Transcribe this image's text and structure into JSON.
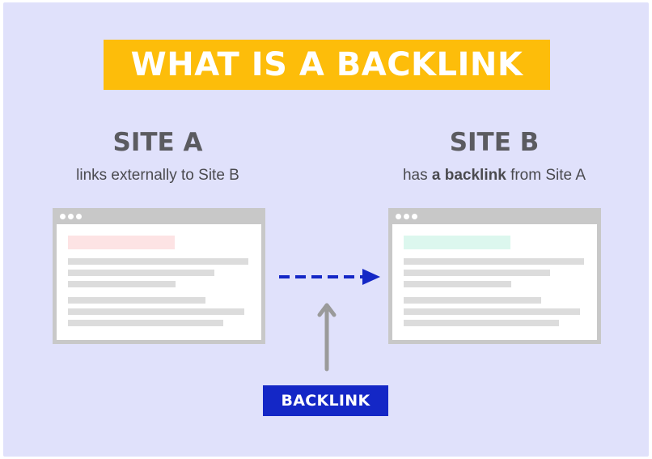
{
  "title": "WHAT IS A BACKLINK",
  "colors": {
    "background": "#e0e1fb",
    "title_banner": "#fdbd0a",
    "badge": "#1427c6",
    "dashed_arrow": "#1427c6",
    "up_arrow": "#9a9a9a",
    "site_a_highlight": "#fde3e4",
    "site_b_highlight": "#dcf7ee"
  },
  "site_a": {
    "heading": "SITE A",
    "subtitle": "links externally to Site B"
  },
  "site_b": {
    "heading": "SITE B",
    "subtitle_pre": "has ",
    "subtitle_bold": "a backlink",
    "subtitle_post": " from Site A"
  },
  "badge": {
    "label": "BACKLINK"
  },
  "icons": {
    "window_dots": "three-dot-window-icon",
    "dashed_arrow": "dashed-right-arrow-icon",
    "up_arrow": "up-arrow-icon"
  }
}
